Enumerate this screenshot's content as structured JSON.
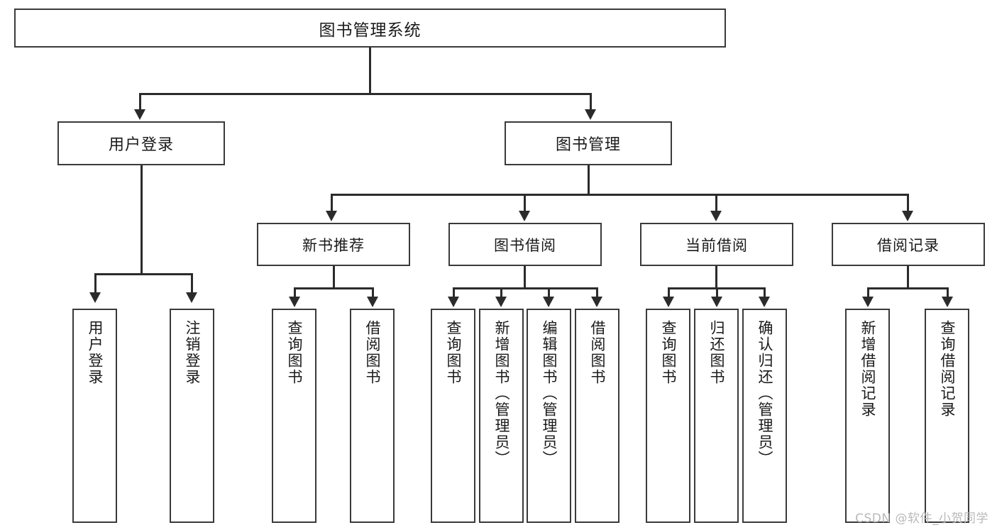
{
  "diagram": {
    "title": "图书管理系统",
    "type": "hierarchy-tree",
    "watermark": "CSDN @软件_小贺同学",
    "colors": {
      "border": "#3a3a3a",
      "connector": "#2b2b2b",
      "background": "#ffffff",
      "text": "#1a1a1a",
      "watermark": "#b9b9b9"
    },
    "root": {
      "label": "图书管理系统"
    },
    "level2": [
      {
        "label": "用户登录"
      },
      {
        "label": "图书管理"
      }
    ],
    "level3": [
      {
        "label": "新书推荐"
      },
      {
        "label": "图书借阅"
      },
      {
        "label": "当前借阅"
      },
      {
        "label": "借阅记录"
      }
    ],
    "leaves": {
      "user_login": [
        {
          "label": "用户登录"
        },
        {
          "label": "注销登录"
        }
      ],
      "new_book": [
        {
          "label": "查询图书"
        },
        {
          "label": "借阅图书"
        }
      ],
      "book_borrow": [
        {
          "label": "查询图书"
        },
        {
          "label": "新增图书（管理员）"
        },
        {
          "label": "编辑图书（管理员）"
        },
        {
          "label": "借阅图书"
        }
      ],
      "current_borrow": [
        {
          "label": "查询图书"
        },
        {
          "label": "归还图书"
        },
        {
          "label": "确认归还（管理员）"
        }
      ],
      "borrow_record": [
        {
          "label": "新增借阅记录"
        },
        {
          "label": "查询借阅记录"
        }
      ]
    }
  }
}
